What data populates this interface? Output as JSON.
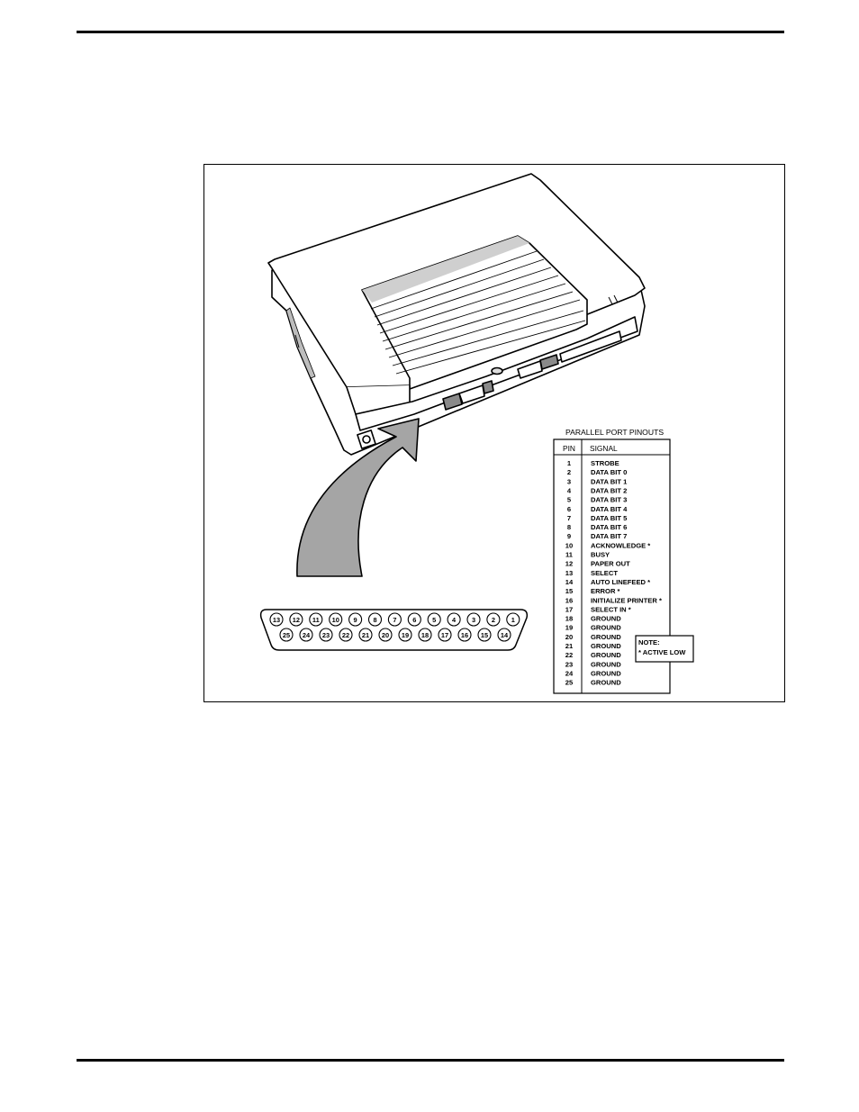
{
  "table": {
    "title": "PARALLEL PORT PINOUTS",
    "col_pin": "PIN",
    "col_signal": "SIGNAL",
    "rows": [
      {
        "pin": "1",
        "signal": "STROBE"
      },
      {
        "pin": "2",
        "signal": "DATA BIT 0"
      },
      {
        "pin": "3",
        "signal": "DATA BIT 1"
      },
      {
        "pin": "4",
        "signal": "DATA BIT 2"
      },
      {
        "pin": "5",
        "signal": "DATA BIT 3"
      },
      {
        "pin": "6",
        "signal": "DATA BIT 4"
      },
      {
        "pin": "7",
        "signal": "DATA BIT 5"
      },
      {
        "pin": "8",
        "signal": "DATA BIT 6"
      },
      {
        "pin": "9",
        "signal": "DATA BIT 7"
      },
      {
        "pin": "10",
        "signal": "ACKNOWLEDGE *"
      },
      {
        "pin": "11",
        "signal": "BUSY"
      },
      {
        "pin": "12",
        "signal": "PAPER OUT"
      },
      {
        "pin": "13",
        "signal": "SELECT"
      },
      {
        "pin": "14",
        "signal": "AUTO LINEFEED *"
      },
      {
        "pin": "15",
        "signal": "ERROR *"
      },
      {
        "pin": "16",
        "signal": "INITIALIZE PRINTER *"
      },
      {
        "pin": "17",
        "signal": "SELECT IN *"
      },
      {
        "pin": "18",
        "signal": "GROUND"
      },
      {
        "pin": "19",
        "signal": "GROUND"
      },
      {
        "pin": "20",
        "signal": "GROUND"
      },
      {
        "pin": "21",
        "signal": "GROUND"
      },
      {
        "pin": "22",
        "signal": "GROUND"
      },
      {
        "pin": "23",
        "signal": "GROUND"
      },
      {
        "pin": "24",
        "signal": "GROUND"
      },
      {
        "pin": "25",
        "signal": "GROUND"
      }
    ]
  },
  "note": {
    "line1": "NOTE:",
    "line2": "* ACTIVE LOW"
  },
  "connector": {
    "top_row": [
      "13",
      "12",
      "11",
      "10",
      "9",
      "8",
      "7",
      "6",
      "5",
      "4",
      "3",
      "2",
      "1"
    ],
    "bottom_row": [
      "25",
      "24",
      "23",
      "22",
      "21",
      "20",
      "19",
      "18",
      "17",
      "16",
      "15",
      "14"
    ]
  }
}
